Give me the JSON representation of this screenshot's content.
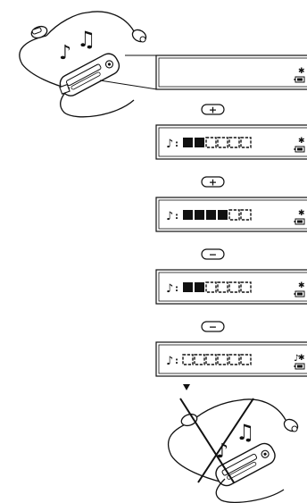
{
  "colors": {
    "ink": "#111111",
    "paper": "#ffffff"
  },
  "device_top": {
    "icon": "music-player-with-earphones-icon",
    "state": "playing"
  },
  "device_bottom": {
    "icon": "music-player-with-earphones-icon",
    "state": "crossed-out"
  },
  "lcd_initial": {
    "icons": [
      "bluetooth-icon",
      "battery-icon"
    ]
  },
  "steps": [
    {
      "button": "+",
      "volume_segments_filled": 2,
      "volume_segments_total": 6,
      "status_icon": "bluetooth-icon"
    },
    {
      "button": "+",
      "volume_segments_filled": 4,
      "volume_segments_total": 6,
      "status_icon": "bluetooth-icon"
    },
    {
      "button": "−",
      "volume_segments_filled": 2,
      "volume_segments_total": 6,
      "status_icon": "bluetooth-icon"
    },
    {
      "button": "−",
      "volume_segments_filled": 0,
      "volume_segments_total": 6,
      "status_icon": "music-bluetooth-icon"
    }
  ],
  "arrow_icon": "down-triangle-icon"
}
